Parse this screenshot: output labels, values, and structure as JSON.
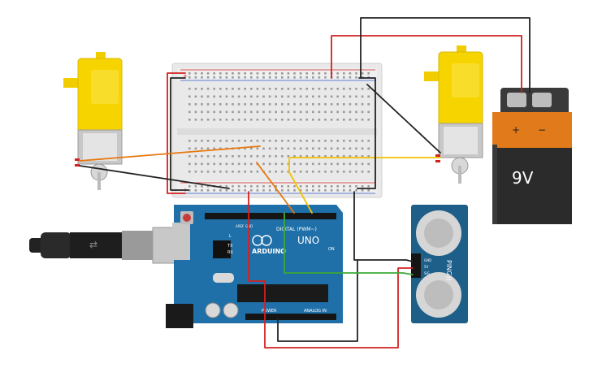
{
  "battery": {
    "label": "9V",
    "plus": "+",
    "minus": "−"
  },
  "arduino": {
    "brand": "ARDUINO",
    "model": "UNO",
    "digital": "DIGITAL (PWM~)",
    "power": "POWER",
    "analog": "ANALOG IN",
    "on": "ON",
    "l": "L",
    "tx": "TX",
    "rx": "RX",
    "aref": "AREF",
    "gnd": "GND"
  },
  "sensor": {
    "name": "PING))",
    "pin_gnd": "GND",
    "pin_5v": "5V",
    "pin_sig": "SIG"
  },
  "colors": {
    "red_wire": "#d42020",
    "black_wire": "#222222",
    "orange_wire": "#e8770e",
    "yellow_wire": "#f2c200",
    "green_wire": "#3aaa35",
    "arduino_board": "#1f6fa8",
    "motor_yellow": "#f6d400",
    "sensor_board": "#1e5f8a"
  }
}
